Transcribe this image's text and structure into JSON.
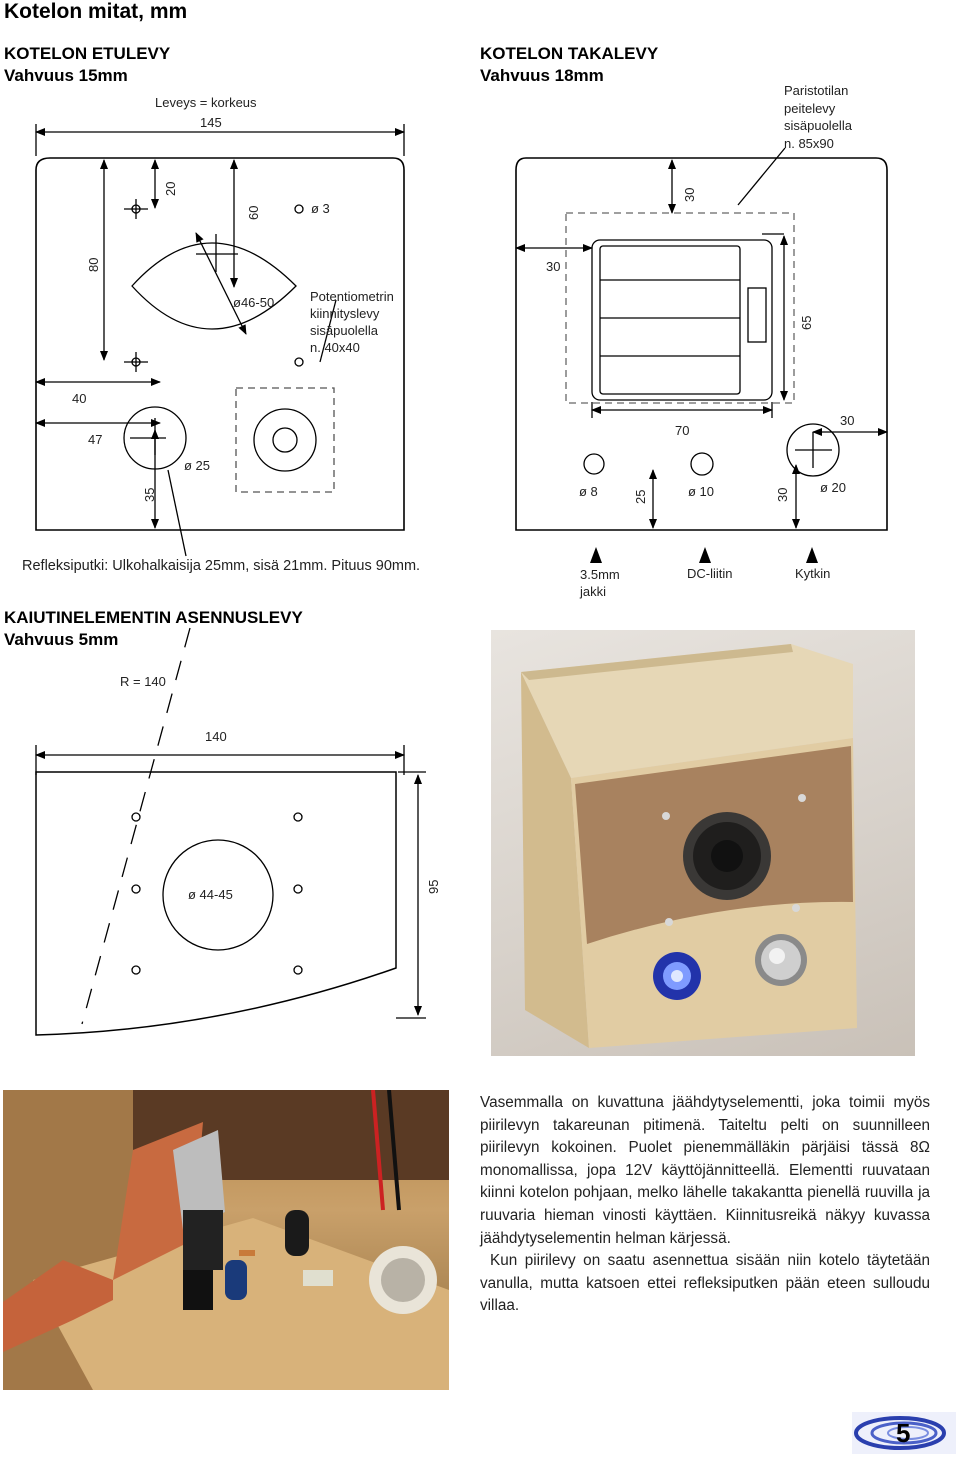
{
  "page_title": "Kotelon mitat, mm",
  "front": {
    "title": "KOTELON ETULEVY",
    "thickness": "Vahvuus 15mm",
    "width_label": "Leveys = korkeus",
    "width_value": "145",
    "dim_20": "20",
    "dim_60": "60",
    "hole_3": "ø 3",
    "dim_80": "80",
    "pot_hole": "ø46-50",
    "pot_note": [
      "Potentiometrin",
      "kiinnityslevy",
      "sisäpuolella",
      "n. 40x40"
    ],
    "dim_40": "40",
    "dim_47": "47",
    "hole_25": "ø 25",
    "dim_35": "35"
  },
  "back": {
    "title": "KOTELON TAKALEVY",
    "thickness": "Vahvuus 18mm",
    "battery_note": [
      "Paristotilan",
      "peitelevy",
      "sisäpuolella",
      "n. 85x90"
    ],
    "dim_30_top": "30",
    "dim_30_left": "30",
    "dim_65": "65",
    "dim_70": "70",
    "dim_30_right": "30",
    "hole_8": "ø 8",
    "dim_25": "25",
    "hole_10": "ø 10",
    "dim_30_bottom": "30",
    "hole_20": "ø 20"
  },
  "reflex_note": "Refleksiputki: Ulkohalkaisija 25mm, sisä 21mm. Pituus 90mm.",
  "connectors": {
    "jack": [
      "3.5mm",
      "jakki"
    ],
    "dc": "DC-liitin",
    "switch": "Kytkin"
  },
  "speaker_plate": {
    "title": "KAIUTINELEMENTIN ASENNUSLEVY",
    "thickness": "Vahvuus 5mm",
    "radius": "R = 140",
    "width": "140",
    "hole": "ø 44-45",
    "height": "95"
  },
  "paragraphs": [
    "Vasemmalla on kuvattuna jäähdytyselementti, joka toimii myös piirilevyn takareunan pitimenä. Taiteltu pelti on suunnilleen piirilevyn kokoinen. Puolet pienemmälläkin pärjäisi tässä 8Ω monomallissa, jopa 12V käyttöjännitteellä. Elementti ruuvataan kiinni kotelon pohjaan, melko lähelle takakantta pienellä ruuvilla ja ruuvaria hieman vinosti käyttäen. Kiinnitusreikä näkyy kuvassa jäähdytyselementin helman kärjessä.",
    "Kun piirilevy on saatu asennettua sisään niin kotelo täytetään vanulla, mutta katsoen ettei refleksiputken pään eteen sulloudu villaa."
  ],
  "page_number": "5",
  "colors": {
    "logo_blue": "#2a3fae",
    "wood": "#d9c29a",
    "hardboard": "#a8825f"
  }
}
